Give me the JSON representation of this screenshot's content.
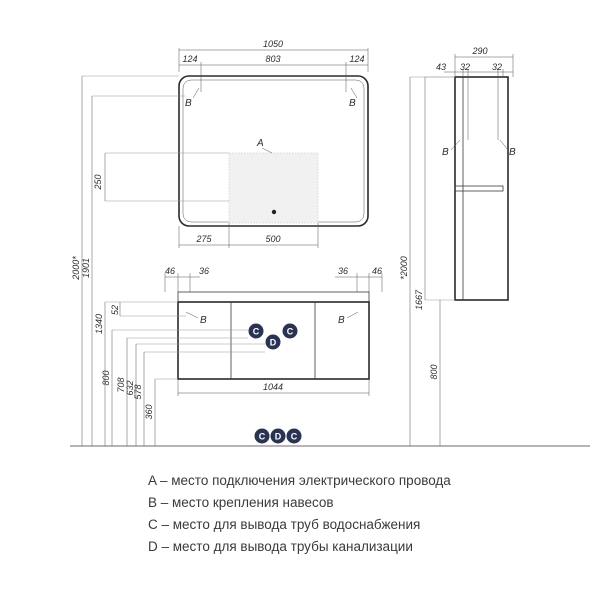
{
  "dimensions": {
    "mirror_width": "1050",
    "mirror_side_left": "124",
    "mirror_inner": "803",
    "mirror_side_right": "124",
    "mirror_bottom_left": "275",
    "mirror_bottom_right": "500",
    "cabinet_depth": "290",
    "cabinet_side": "43",
    "cabinet_inner_left": "32",
    "cabinet_inner_right": "32",
    "base_left_outer": "46",
    "base_left_inner": "36",
    "base_right_inner": "36",
    "base_right_outer": "46",
    "base_width": "1044",
    "v_250": "250",
    "v_2000_left": "2000*",
    "v_1901": "1901",
    "v_1340": "1340",
    "v_800_left": "800",
    "v_708": "708",
    "v_632": "632",
    "v_578": "578",
    "v_360": "360",
    "v_52": "52",
    "v_2000_right": "*2000",
    "v_1667": "1667",
    "v_800_right": "800"
  },
  "markers": {
    "a": "A",
    "b": "B",
    "c": "C",
    "d": "D"
  },
  "legend": [
    {
      "key": "A",
      "text": "A – место подключения электрического провода"
    },
    {
      "key": "B",
      "text": "B – место крепления навесов"
    },
    {
      "key": "C",
      "text": "C – место для вывода труб водоснабжения"
    },
    {
      "key": "D",
      "text": "D – место для вывода трубы канализации"
    }
  ],
  "colors": {
    "badge": "#2b3353",
    "line": "#3a3a3a"
  }
}
